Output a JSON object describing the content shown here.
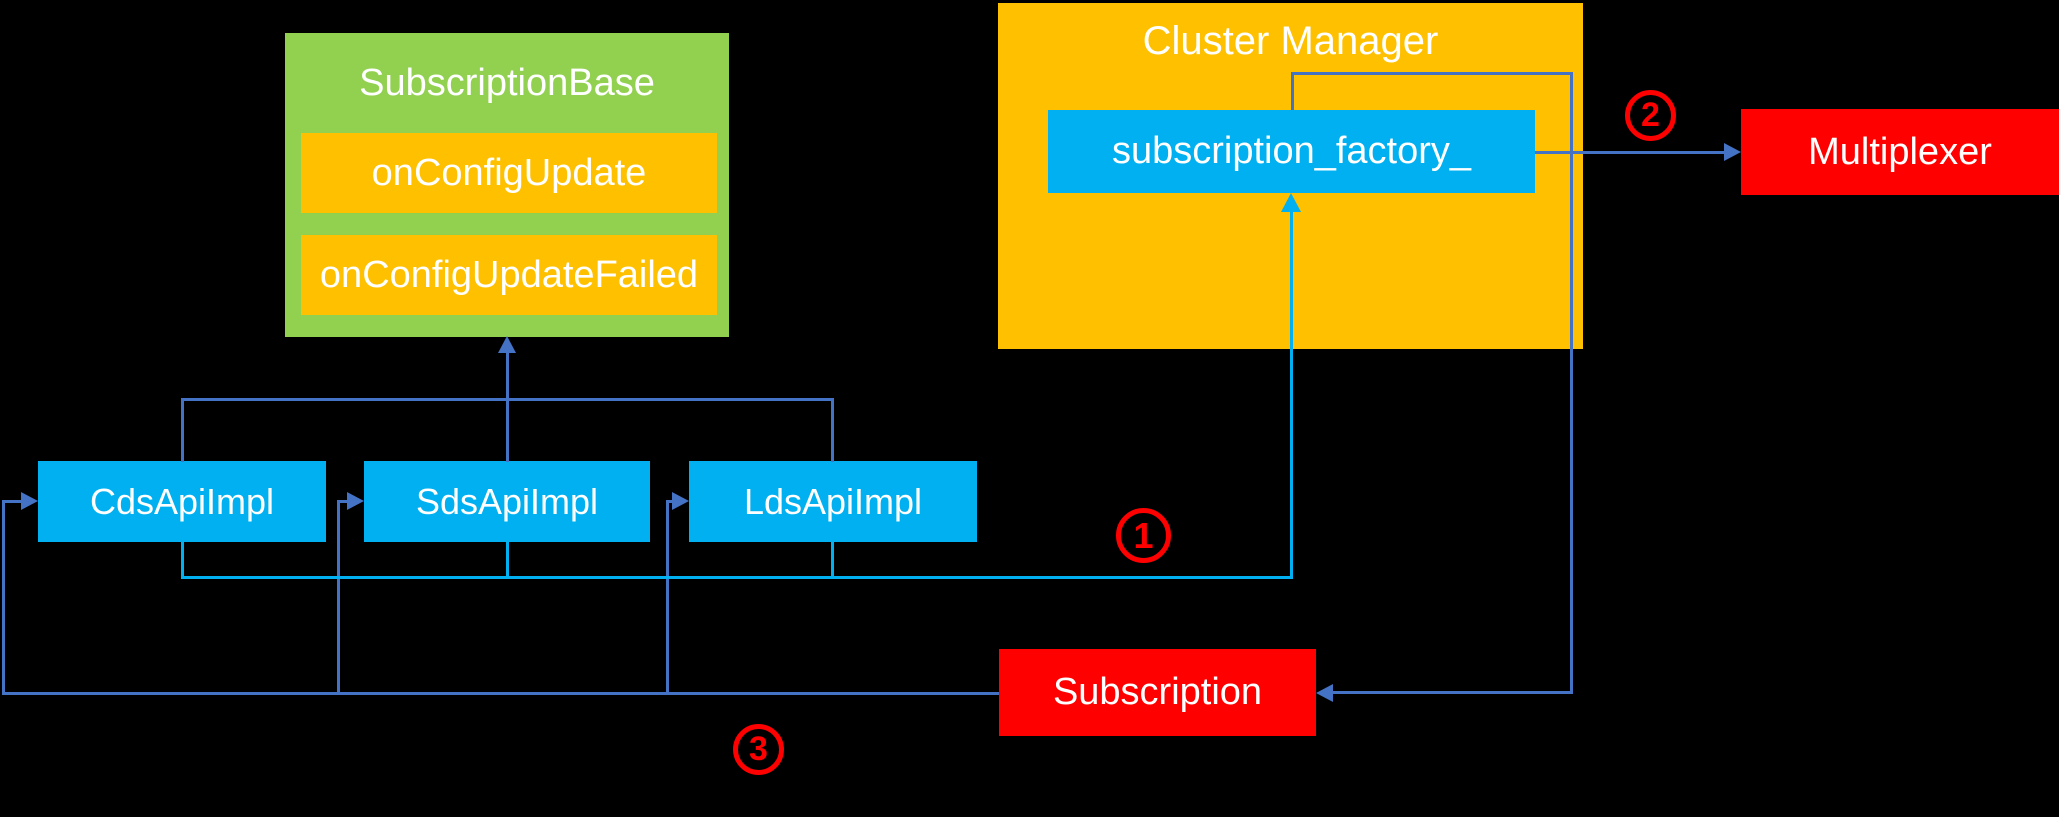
{
  "diagram": {
    "background": "#000000",
    "colors": {
      "green_box": "#92D050",
      "orange_box": "#FFC000",
      "cyan_box": "#00B0F0",
      "red_box": "#FF0000",
      "connector_slate": "#4472C4",
      "connector_cyan": "#00B0F0",
      "text": "#FFFFFF",
      "badge_red": "#FF0000"
    },
    "nodes": {
      "subscription_base": {
        "label": "SubscriptionBase"
      },
      "on_config_update": {
        "label": "onConfigUpdate"
      },
      "on_config_update_failed": {
        "label": "onConfigUpdateFailed"
      },
      "cluster_manager": {
        "label": "Cluster Manager"
      },
      "subscription_factory": {
        "label": "subscription_factory_"
      },
      "multiplexer": {
        "label": "Multiplexer"
      },
      "cds_api_impl": {
        "label": "CdsApiImpl"
      },
      "sds_api_impl": {
        "label": "SdsApiImpl"
      },
      "lds_api_impl": {
        "label": "LdsApiImpl"
      },
      "subscription": {
        "label": "Subscription"
      }
    },
    "step_badges": [
      {
        "number": "1"
      },
      {
        "number": "2"
      },
      {
        "number": "3"
      }
    ]
  }
}
